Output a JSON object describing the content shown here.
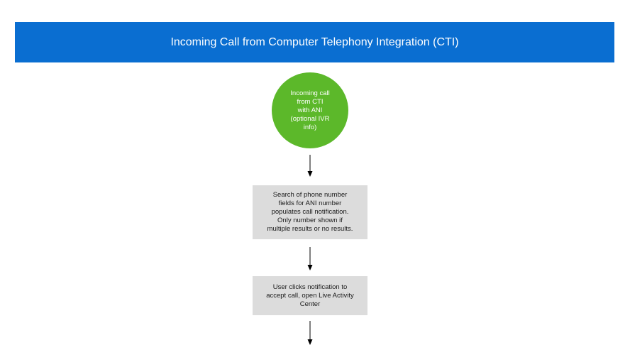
{
  "header": {
    "title": "Incoming Call from Computer Telephony Integration (CTI)"
  },
  "flow": {
    "start": "Incoming call\nfrom CTI\nwith ANI\n(optional IVR\ninfo)",
    "step1": "Search of phone number\nfields for ANI number\npopulates call notification.\nOnly number shown if\nmultiple results or no results.",
    "step2": "User clicks notification to\naccept call, open Live Activity\nCenter"
  },
  "colors": {
    "header_bg": "#0a6ed1",
    "start_node": "#5cb82a",
    "process_box": "#dcdcdc"
  }
}
